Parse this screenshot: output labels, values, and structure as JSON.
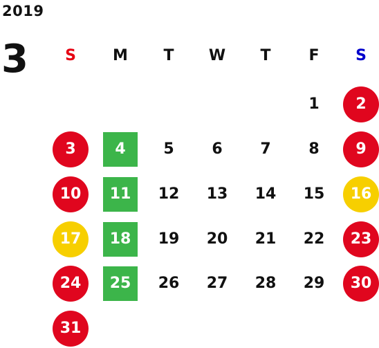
{
  "year": "2019",
  "month": "3",
  "colors": {
    "sunday_header": "#e60012",
    "saturday_header": "#0000cc",
    "red": "#e0061e",
    "yellow": "#f7cf00",
    "green": "#3cb54a"
  },
  "weekdays": [
    "S",
    "M",
    "T",
    "W",
    "T",
    "F",
    "S"
  ],
  "weeks": [
    [
      null,
      null,
      null,
      null,
      null,
      {
        "day": "1",
        "style": "plain"
      },
      {
        "day": "2",
        "style": "red"
      }
    ],
    [
      {
        "day": "3",
        "style": "red"
      },
      {
        "day": "4",
        "style": "green"
      },
      {
        "day": "5",
        "style": "plain"
      },
      {
        "day": "6",
        "style": "plain"
      },
      {
        "day": "7",
        "style": "plain"
      },
      {
        "day": "8",
        "style": "plain"
      },
      {
        "day": "9",
        "style": "red"
      }
    ],
    [
      {
        "day": "10",
        "style": "red"
      },
      {
        "day": "11",
        "style": "green"
      },
      {
        "day": "12",
        "style": "plain"
      },
      {
        "day": "13",
        "style": "plain"
      },
      {
        "day": "14",
        "style": "plain"
      },
      {
        "day": "15",
        "style": "plain"
      },
      {
        "day": "16",
        "style": "yellow"
      }
    ],
    [
      {
        "day": "17",
        "style": "yellow"
      },
      {
        "day": "18",
        "style": "green"
      },
      {
        "day": "19",
        "style": "plain"
      },
      {
        "day": "20",
        "style": "plain"
      },
      {
        "day": "21",
        "style": "plain"
      },
      {
        "day": "22",
        "style": "plain"
      },
      {
        "day": "23",
        "style": "red"
      }
    ],
    [
      {
        "day": "24",
        "style": "red"
      },
      {
        "day": "25",
        "style": "green"
      },
      {
        "day": "26",
        "style": "plain"
      },
      {
        "day": "27",
        "style": "plain"
      },
      {
        "day": "28",
        "style": "plain"
      },
      {
        "day": "29",
        "style": "plain"
      },
      {
        "day": "30",
        "style": "red"
      }
    ],
    [
      {
        "day": "31",
        "style": "red"
      },
      null,
      null,
      null,
      null,
      null,
      null
    ]
  ]
}
